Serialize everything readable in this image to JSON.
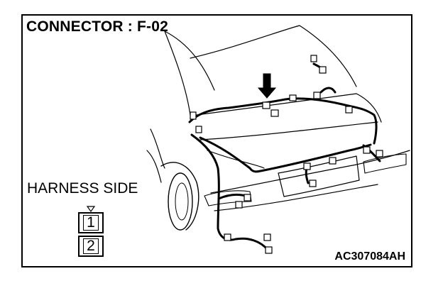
{
  "title": "CONNECTOR : F-02",
  "view_label": "HARNESS SIDE",
  "reference_code": "AC307084AH",
  "connector": {
    "pins": [
      "1",
      "2"
    ]
  },
  "icons": {
    "pointer": "down-arrow-icon",
    "latch": "connector-latch-icon"
  },
  "colors": {
    "line": "#000000",
    "background": "#ffffff"
  }
}
